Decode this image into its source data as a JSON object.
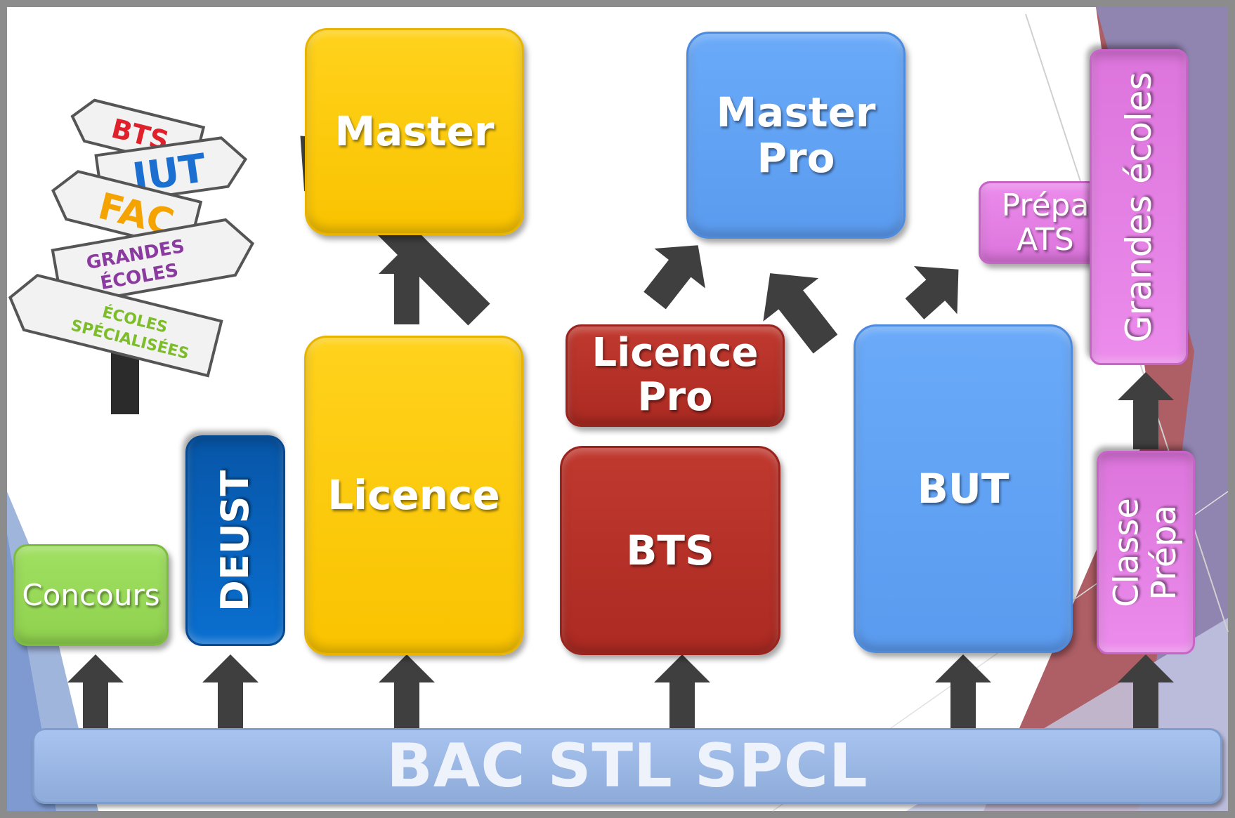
{
  "boxes": {
    "master": "Master",
    "master_pro": "Master\nPro",
    "licence": "Licence",
    "licence_pro": "Licence\nPro",
    "bts": "BTS",
    "but": "BUT",
    "deust": "DEUST",
    "concours": "Concours",
    "prepa_ats": "Prépa\nATS",
    "grandes_ecoles": "Grandes écoles",
    "classe_prepa": "Classe\nPrépa"
  },
  "base": "BAC STL SPCL",
  "signpost": {
    "bts": "BTS",
    "iut": "IUT",
    "fac": "FAC",
    "grandes_ecoles_1": "GRANDES",
    "grandes_ecoles_2": "ÉCOLES",
    "ecoles_specialisees_1": "ÉCOLES",
    "ecoles_specialisees_2": "SPÉCIALISÉES"
  },
  "colors": {
    "yellow": "#f9c300",
    "blue": "#5b9bef",
    "red": "#ab2a22",
    "green": "#8fd24e",
    "dark_blue": "#0756a8",
    "pink": "#dc74dc",
    "arrow": "#3f3f3f",
    "base": "#8eabd9"
  }
}
